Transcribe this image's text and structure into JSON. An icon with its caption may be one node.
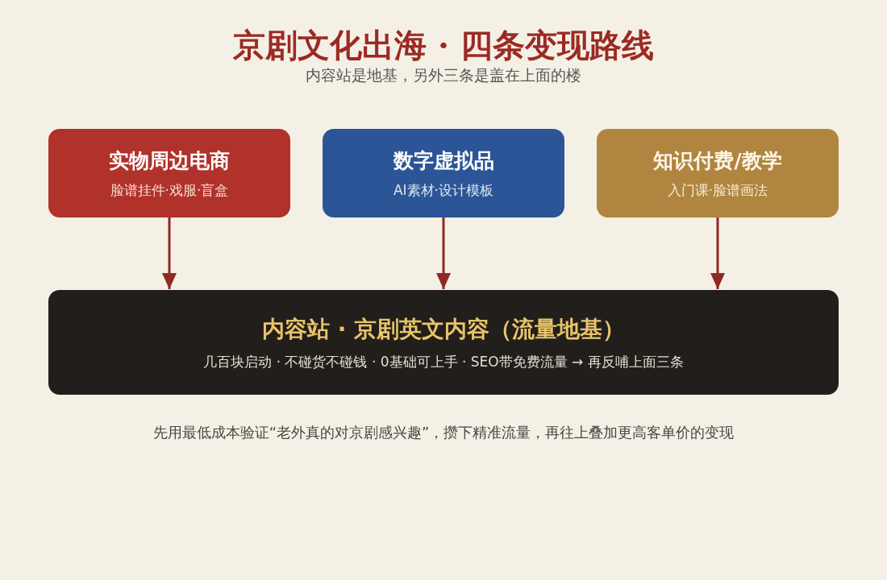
{
  "diagram": {
    "title": "京剧文化出海 · 四条变现路线",
    "labels": [
      "内容站是地基，另外三条是盖在上面的楼"
    ],
    "nodes": [
      {
        "text": [
          "实物周边电商",
          "脸谱挂件·戏服·盲盒"
        ]
      },
      {
        "text": [
          "数字虚拟品",
          "AI素材·设计模板"
        ]
      },
      {
        "text": [
          "知识付费/教学",
          "入门课·脸谱画法"
        ]
      },
      {
        "text": [
          "内容站 · 京剧英文内容（流量地基）",
          "几百块启动 · 不碰货不碰钱 · 0基础可上手 · SEO带免费流量 → 再反哺上面三条"
        ]
      }
    ],
    "edges": [
      {
        "from": 0,
        "to": 3,
        "arrow": "to"
      },
      {
        "from": 1,
        "to": 3,
        "arrow": "to"
      },
      {
        "from": 2,
        "to": 3,
        "arrow": "to"
      }
    ],
    "caption": "先用最低成本验证“老外真的对京剧感兴趣”，攒下精准流量，再往上叠加更高客单价的变现"
  }
}
